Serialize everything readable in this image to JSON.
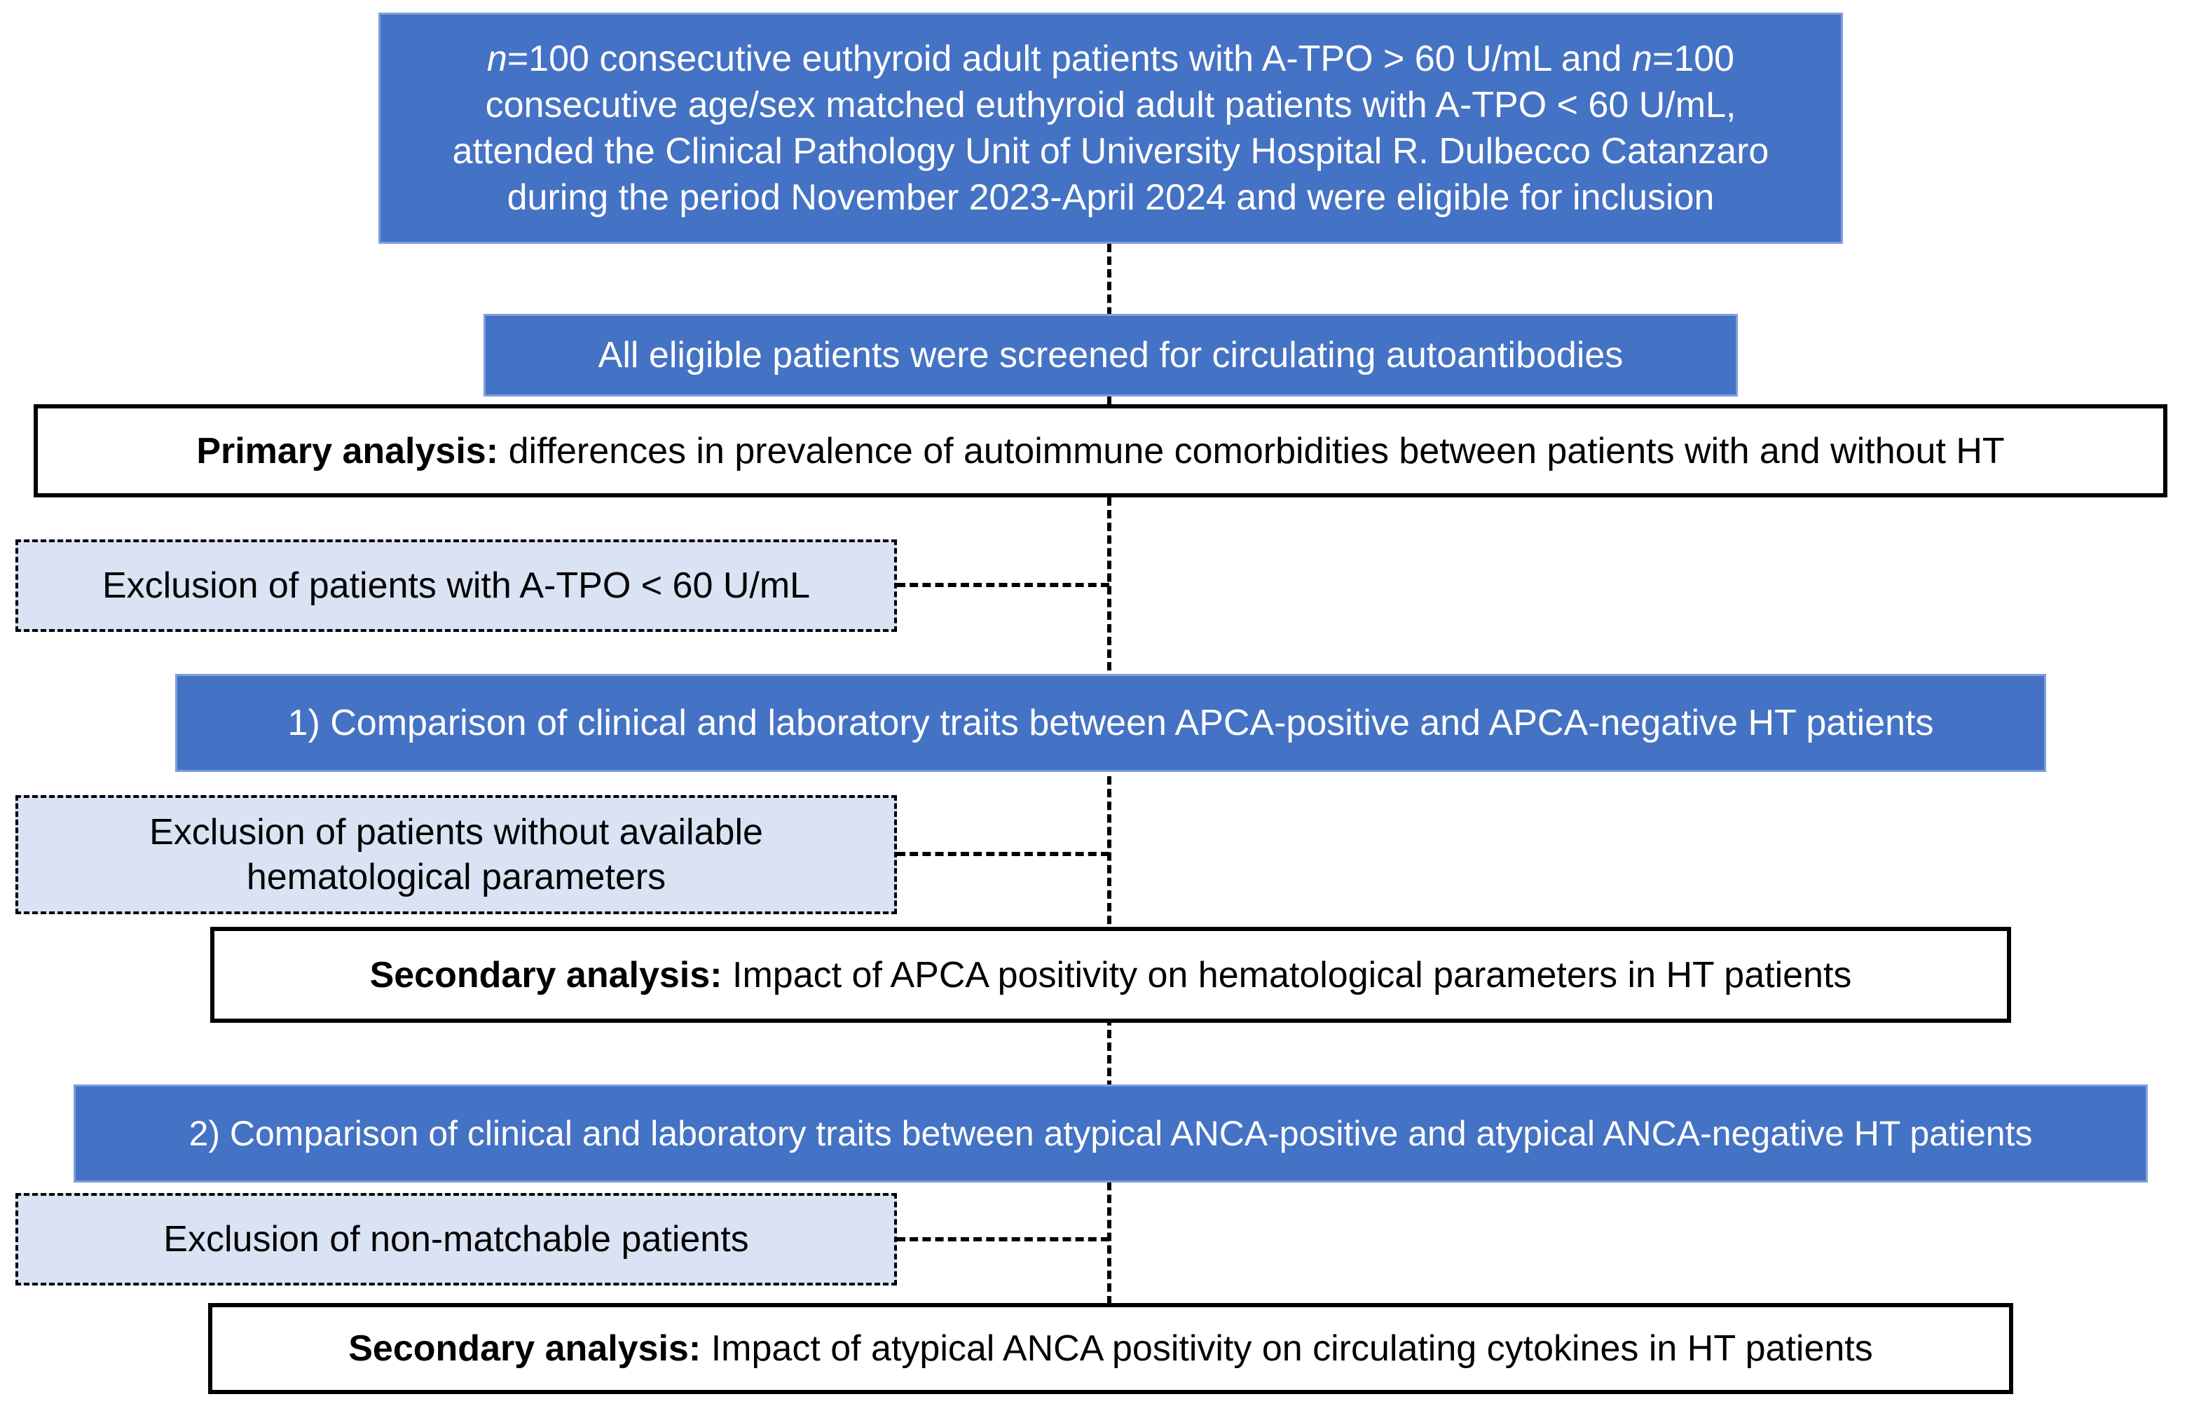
{
  "palette": {
    "box_blue": "#4472C4",
    "box_blue_edge": "#7F9ED9",
    "exclusion_fill": "#DAE3F3",
    "line_black": "#000000",
    "background": "#FFFFFF"
  },
  "boxes": {
    "intro": {
      "segments": [
        {
          "text": "n",
          "italic": true
        },
        {
          "text": "=100 consecutive euthyroid adult patients with A-TPO > 60 U/mL and ",
          "italic": false
        },
        {
          "text": "n",
          "italic": true
        },
        {
          "text": "=100 consecutive age/sex matched euthyroid adult patients with A-TPO < 60 U/mL, attended the Clinical Pathology Unit of University Hospital R. Dulbecco Catanzaro during the period November 2023-April 2024 and were eligible for inclusion",
          "italic": false
        }
      ]
    },
    "screening": {
      "text": "All eligible patients were screened for circulating autoantibodies"
    },
    "primary_analysis": {
      "label": "Primary analysis:",
      "text": " differences in prevalence of autoimmune comorbidities between patients with and without HT"
    },
    "exclusion_atpo": {
      "text": "Exclusion of patients with A-TPO < 60 U/mL"
    },
    "comparison_apca": {
      "text": "1) Comparison of clinical and laboratory traits between APCA-positive and APCA-negative HT patients"
    },
    "exclusion_hematological": {
      "text": "Exclusion of patients without available hematological parameters"
    },
    "secondary_apca": {
      "label": "Secondary analysis:",
      "text": " Impact of APCA positivity on hematological parameters in HT patients"
    },
    "comparison_anca": {
      "text": "2) Comparison of clinical and laboratory traits between atypical ANCA-positive and atypical ANCA-negative HT patients"
    },
    "exclusion_nonmatchable": {
      "text": "Exclusion of non-matchable patients"
    },
    "secondary_anca": {
      "label": "Secondary analysis:",
      "text": " Impact of atypical ANCA positivity on circulating cytokines in HT patients"
    }
  }
}
